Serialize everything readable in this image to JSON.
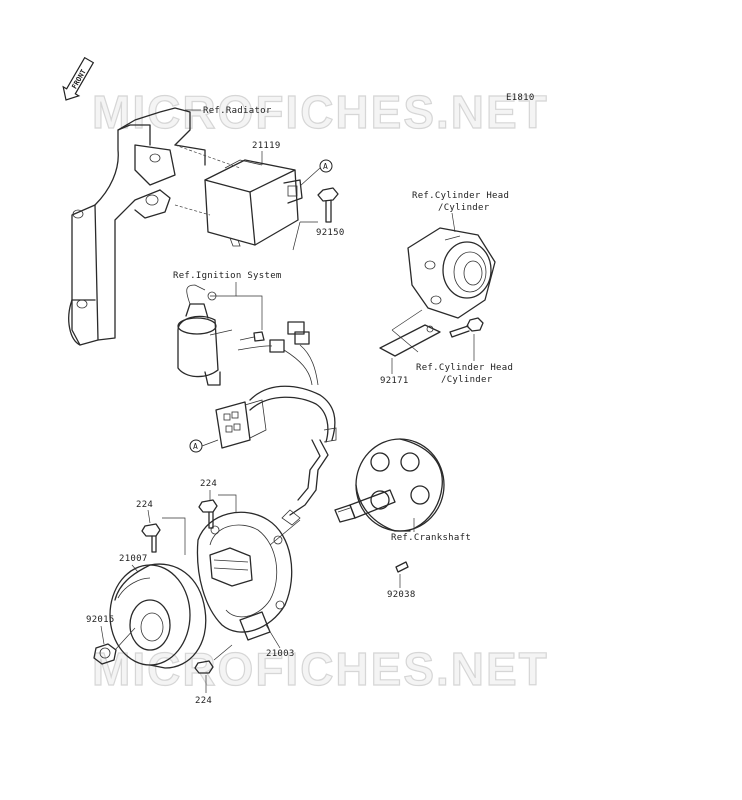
{
  "diagram": {
    "code": "E1810",
    "front_label": "FRONT",
    "watermark": "MICROFICHES.NET",
    "ref_labels": {
      "radiator": "Ref.Radiator",
      "ignition": "Ref.Ignition System",
      "cyl_head_1a": "Ref.Cylinder Head",
      "cyl_head_1b": "/Cylinder",
      "cyl_head_2a": "Ref.Cylinder Head",
      "cyl_head_2b": "/Cylinder",
      "crankshaft": "Ref.Crankshaft"
    },
    "parts": {
      "p21119": "21119",
      "p92150": "92150",
      "p92171": "92171",
      "p224_a": "224",
      "p224_b": "224",
      "p224_c": "224",
      "p21007": "21007",
      "p92015": "92015",
      "p21003": "21003",
      "p92038": "92038"
    },
    "connector_mark_1": "A",
    "connector_mark_2": "A"
  }
}
